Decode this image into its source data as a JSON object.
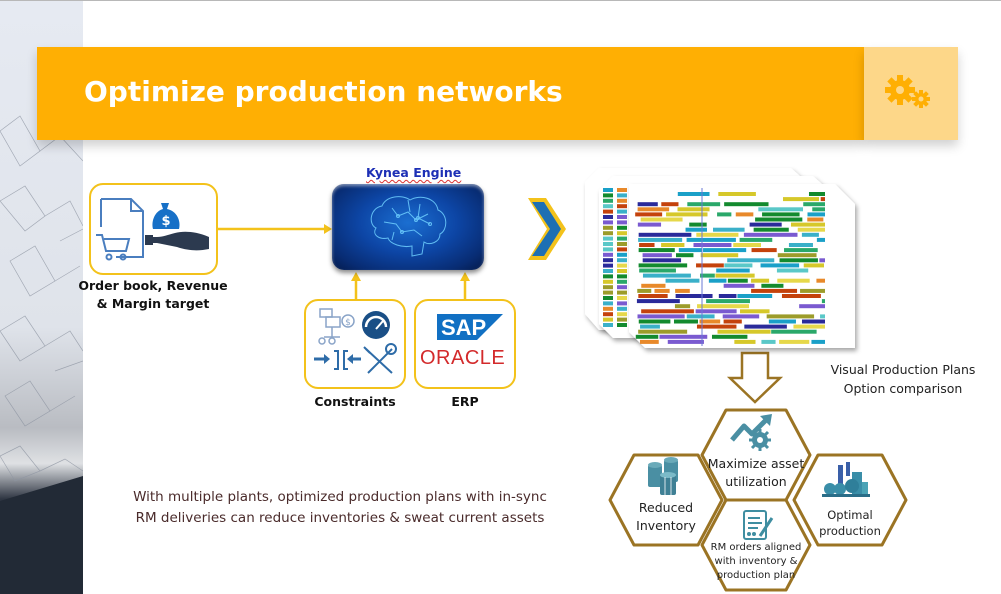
{
  "slide": {
    "title": "Optimize production networks",
    "title_icon": "gears-icon"
  },
  "colors": {
    "banner": "#ffaf03",
    "banner_side": "#fdd789",
    "connector": "#f3c21b",
    "hex_border": "#9b7424",
    "icon_teal": "#3f8ea1",
    "engine_title": "#1d2fb5",
    "oracle": "#d32a2b",
    "sap": "#1170c3"
  },
  "inputs": {
    "order_book": {
      "label_line1": "Order book, Revenue",
      "label_line2": "& Margin target",
      "icons": [
        "shopping-cart-document-icon",
        "money-bag-hand-icon"
      ]
    },
    "constraints": {
      "label": "Constraints",
      "icons": [
        "cost-flow-icon",
        "speedometer-icon",
        "compress-icon",
        "tools-icon"
      ]
    },
    "erp": {
      "label": "ERP",
      "logos": [
        "SAP",
        "ORACLE"
      ]
    }
  },
  "engine": {
    "title": "Kynea Engine",
    "icon": "brain-circuit-icon"
  },
  "output": {
    "icon": "gantt-charts-icon",
    "caption_line1": "Visual Production Plans",
    "caption_line2": "Option comparison"
  },
  "benefits": [
    {
      "id": "maximize",
      "lines": [
        "Maximize asset",
        "utilization"
      ],
      "icon": "growth-gear-icon"
    },
    {
      "id": "reduced",
      "lines": [
        "Reduced",
        "Inventory"
      ],
      "icon": "inventory-barrels-icon"
    },
    {
      "id": "optimal",
      "lines": [
        "Optimal",
        "production"
      ],
      "icon": "factory-plant-icon"
    },
    {
      "id": "rm",
      "lines": [
        "RM orders aligned",
        "with inventory &",
        "production plan"
      ],
      "icon": "order-document-pen-icon"
    }
  ],
  "summary": {
    "line1": "With multiple plants, optimized production plans with in-sync",
    "line2": "RM deliveries can reduce inventories & sweat current assets"
  }
}
